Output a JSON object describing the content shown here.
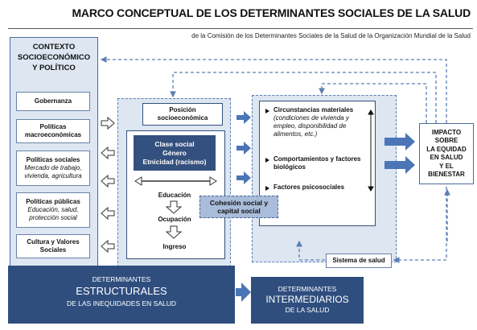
{
  "header": {
    "title": "MARCO CONCEPTUAL DE LOS DETERMINANTES SOCIALES DE LA SALUD",
    "subtitle": "de la Comisión de los Determinantes Sociales de la Salud de la Organización Mundial de la Salud"
  },
  "context": {
    "title_line1": "CONTEXTO",
    "title_line2": "SOCIOECONÓMICO",
    "title_line3": "Y POLÍTICO",
    "items": [
      {
        "title": "Gobernanza",
        "detail": ""
      },
      {
        "title": "Políticas",
        "title2": "macroeconómicas",
        "detail": ""
      },
      {
        "title": "Políticas sociales",
        "detail": "Mercado de trabajo, vivienda, agricultura"
      },
      {
        "title": "Políticas públicas",
        "detail": "Educación, salud, protección social"
      },
      {
        "title": "Cultura y Valores",
        "title2": "Sociales",
        "detail": ""
      }
    ]
  },
  "structural": {
    "position_line1": "Posición",
    "position_line2": "socioeconómica",
    "class_lines": [
      "Clase social",
      "Género",
      "Etnicidad (racismo)"
    ],
    "education": "Educación",
    "occupation": "Ocupación",
    "income": "Ingreso"
  },
  "cohesion": {
    "line1": "Cohesión social y",
    "line2": "capital social"
  },
  "intermediary": {
    "material_title": "Circunstancias materiales",
    "material_detail": "(condiciones de vivienda y empleo, disponibilidad de alimentos, etc.)",
    "behavior_title": "Comportamientos y factores biológicos",
    "psycho_title": "Factores psicosociales",
    "health_system": "Sistema de salud"
  },
  "impact": {
    "lines": [
      "IMPACTO",
      "SOBRE",
      "LA EQUIDAD",
      "EN SALUD",
      "Y EL",
      "BIENESTAR"
    ]
  },
  "bottom": {
    "structural_line1": "DETERMINANTES",
    "structural_line2": "ESTRUCTURALES",
    "structural_line3": "DE LAS INEQUIDADES EN SALUD",
    "intermediary_line1": "DETERMINANTES",
    "intermediary_line2": "INTERMEDIARIOS",
    "intermediary_line3": "DE LA SALUD"
  },
  "colors": {
    "dark_blue": "#2f4e7e",
    "light_blue": "#dde6f1",
    "mid_blue": "#4a76b8",
    "cohesion_blue": "#a9bcd9"
  }
}
